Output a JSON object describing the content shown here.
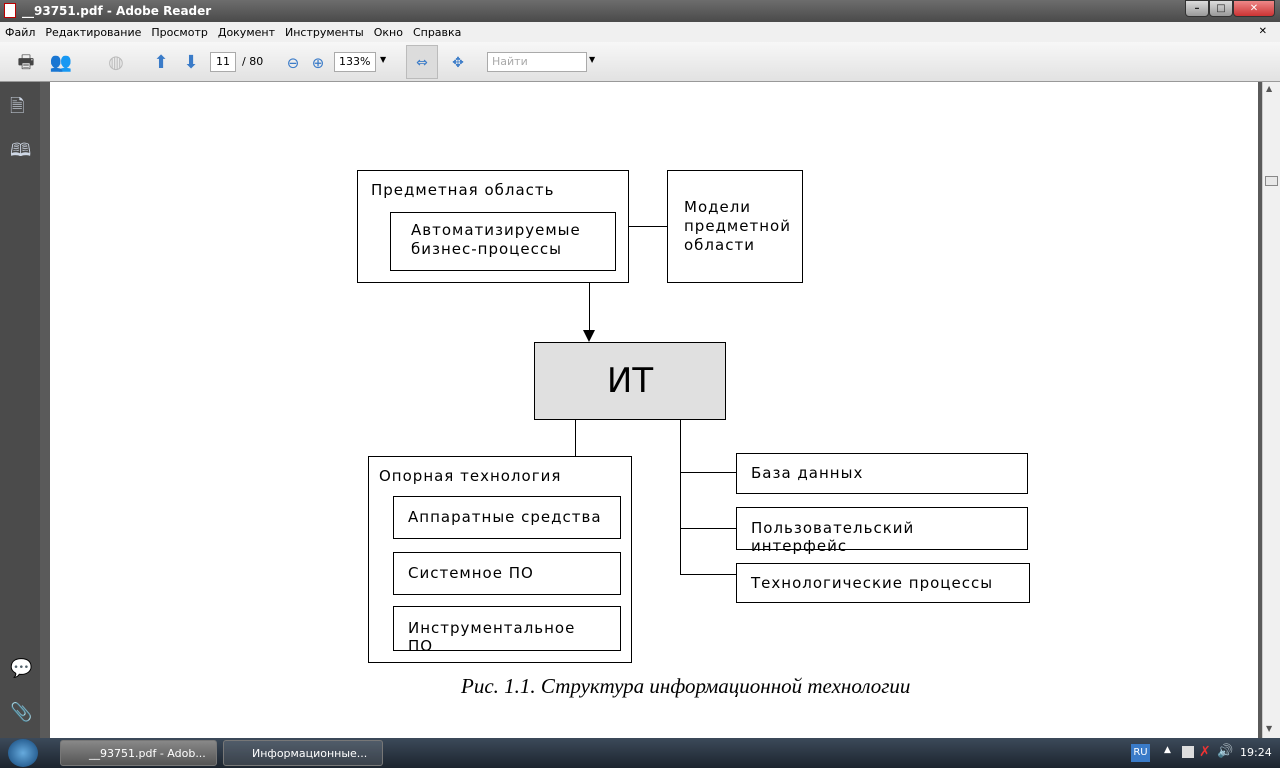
{
  "window": {
    "title": "__93751.pdf - Adobe Reader"
  },
  "menu": [
    "Файл",
    "Редактирование",
    "Просмотр",
    "Документ",
    "Инструменты",
    "Окно",
    "Справка"
  ],
  "toolbar": {
    "page_current": "11",
    "page_total": "/ 80",
    "zoom": "133%",
    "search_placeholder": "Найти"
  },
  "diagram": {
    "subject_area": "Предметная область",
    "automated": "Автоматизируемые бизнес-процессы",
    "models": "Модели предметной области",
    "it": "ИТ",
    "base_tech": "Опорная технология",
    "hardware": "Аппаратные средства",
    "system_sw": "Системное ПО",
    "tool_sw": "Инструментальное ПО",
    "database": "База данных",
    "ui": "Пользовательский интерфейс",
    "tech_processes": "Технологические процессы",
    "caption": "Рис. 1.1. Структура информационной технологии"
  },
  "taskbar": {
    "tasks": [
      "__93751.pdf - Adob...",
      "Информационные..."
    ],
    "lang": "RU",
    "time": "19:24"
  }
}
